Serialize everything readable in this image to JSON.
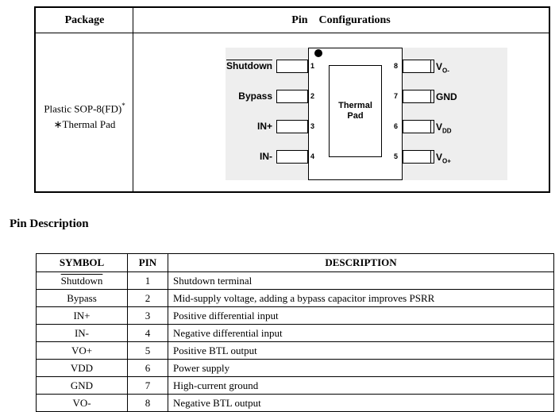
{
  "package_table": {
    "header_package": "Package",
    "header_pins": "Pin    Configurations",
    "package_name": "Plastic SOP-8(FD)",
    "package_mark": "*",
    "package_note": "∗Thermal Pad"
  },
  "diagram": {
    "pad_line1": "Thermal",
    "pad_line2": "Pad",
    "left_pins": [
      {
        "num": "1",
        "label": "Shutdown"
      },
      {
        "num": "2",
        "label": "Bypass"
      },
      {
        "num": "3",
        "label": "IN+"
      },
      {
        "num": "4",
        "label": "IN-"
      }
    ],
    "right_pins": [
      {
        "num": "8",
        "label": "V",
        "sub": "O-"
      },
      {
        "num": "7",
        "label": "GND",
        "sub": ""
      },
      {
        "num": "6",
        "label": "V",
        "sub": "DD"
      },
      {
        "num": "5",
        "label": "V",
        "sub": "O+"
      }
    ]
  },
  "section_title": "Pin Description",
  "pin_table": {
    "headers": [
      "SYMBOL",
      "PIN",
      "DESCRIPTION"
    ],
    "rows": [
      {
        "symbol": "Shutdown",
        "pin": "1",
        "description": "Shutdown terminal"
      },
      {
        "symbol": "Bypass",
        "pin": "2",
        "description": "Mid-supply voltage, adding a bypass capacitor improves PSRR"
      },
      {
        "symbol": "IN+",
        "pin": "3",
        "description": "Positive differential input"
      },
      {
        "symbol": "IN-",
        "pin": "4",
        "description": "Negative differential input"
      },
      {
        "symbol": "VO+",
        "pin": "5",
        "description": "Positive BTL output"
      },
      {
        "symbol": "VDD",
        "pin": "6",
        "description": "Power supply"
      },
      {
        "symbol": "GND",
        "pin": "7",
        "description": "High-current ground"
      },
      {
        "symbol": "VO-",
        "pin": "8",
        "description": "Negative BTL output"
      }
    ]
  }
}
